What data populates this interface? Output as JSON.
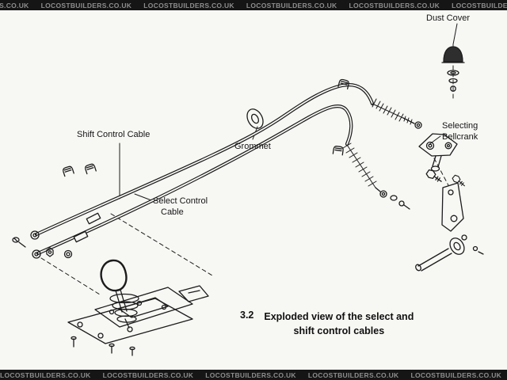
{
  "watermark": {
    "text": "LOCOSTBUILDERS.CO.UK"
  },
  "labels": {
    "dust_cover": "Dust Cover",
    "shift_control_cable": "Shift Control Cable",
    "grommet": "Grommet",
    "selecting_bellcrank": {
      "line1": "Selecting",
      "line2": "Bellcrank"
    },
    "select_control_cable": {
      "line1": "Select Control",
      "line2": "Cable"
    }
  },
  "caption": {
    "number": "3.2",
    "line1": "Exploded view of the select and",
    "line2": "shift control cables"
  },
  "colors": {
    "banner_bg": "#151515",
    "banner_text": "#8e8e8e",
    "paper": "#f7f7f4",
    "ink": "#1c1c1c"
  }
}
